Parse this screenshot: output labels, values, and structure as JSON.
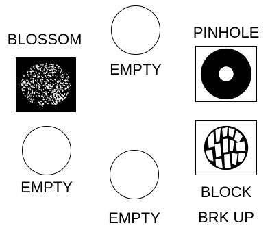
{
  "gobos": [
    {
      "label": "BLOSSOM",
      "state": "loaded",
      "pattern": "blossom-icon"
    },
    {
      "label": "EMPTY",
      "state": "empty"
    },
    {
      "label": "PINHOLE",
      "state": "loaded",
      "pattern": "pinhole-icon"
    },
    {
      "label": "EMPTY",
      "state": "empty"
    },
    {
      "label": "EMPTY",
      "state": "empty"
    },
    {
      "label_line1": "BLOCK",
      "label_line2": "BRK UP",
      "state": "loaded",
      "pattern": "block-breakup-icon"
    }
  ],
  "colors": {
    "ink": "#000000",
    "background": "#ffffff"
  }
}
